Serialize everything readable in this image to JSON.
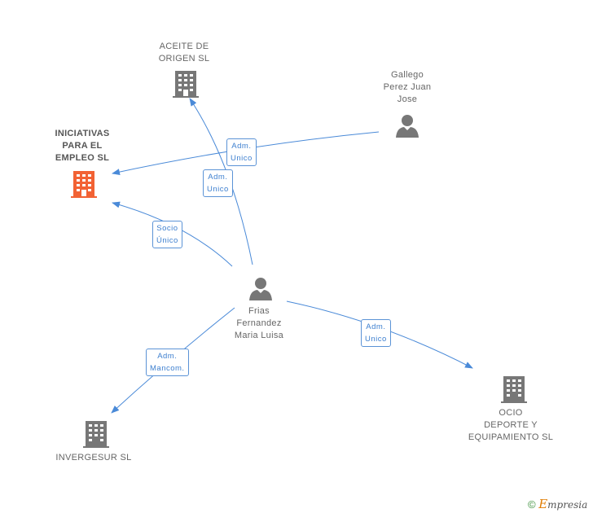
{
  "nodes": {
    "aceite": {
      "lines": [
        "ACEITE DE",
        "ORIGEN  SL"
      ]
    },
    "gallego": {
      "lines": [
        "Gallego",
        "Perez Juan",
        "Jose"
      ]
    },
    "iniciativas": {
      "lines": [
        "INICIATIVAS",
        "PARA EL",
        "EMPLEO SL"
      ]
    },
    "frias": {
      "lines": [
        "Frias",
        "Fernandez",
        "Maria Luisa"
      ]
    },
    "invergesur": {
      "lines": [
        "INVERGESUR SL"
      ]
    },
    "ocio": {
      "lines": [
        "OCIO",
        "DEPORTE Y",
        "EQUIPAMIENTO SL"
      ]
    }
  },
  "edges": {
    "gallego_iniciativas": {
      "lines": [
        "Adm.",
        "Unico"
      ]
    },
    "frias_aceite": {
      "lines": [
        "Adm.",
        "Unico"
      ]
    },
    "frias_iniciativas": {
      "lines": [
        "Socio",
        "Único"
      ]
    },
    "frias_invergesur": {
      "lines": [
        "Adm.",
        "Mancom."
      ]
    },
    "frias_ocio": {
      "lines": [
        "Adm.",
        "Unico"
      ]
    }
  },
  "colors": {
    "company": "#777777",
    "focus_company": "#f26234",
    "person": "#777777",
    "edge": "#4a8ad8"
  },
  "footer": {
    "copyright": "©",
    "brand_initial": "E",
    "brand_rest": "mpresia"
  }
}
